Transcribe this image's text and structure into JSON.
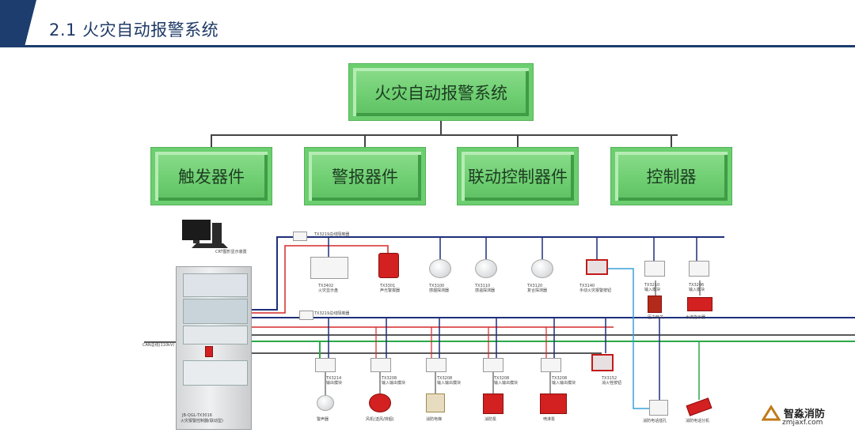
{
  "header": {
    "title": "2.1 火灾自动报警系统"
  },
  "tree": {
    "root": "火灾自动报警系统",
    "children": [
      "触发器件",
      "警报器件",
      "联动控制器件",
      "控制器"
    ]
  },
  "wiring": {
    "label_top": "TX3219总线隔离器",
    "label_mid": "TX3219总线隔离器",
    "crt_label": "CRT图形显示装置",
    "cabinet_label_1": "JB-QGL-TX3016",
    "cabinet_label_2": "火灾报警控制器(联动型)",
    "power_label": "CAN总线(110kV)",
    "top_devices": [
      "TX3402\n火灾显示盘",
      "TX3301\n声光警报器",
      "TX3100\n感烟探测器",
      "TX3110\n感温探测器",
      "TX3120\n复合探测器",
      "TX3140\n手动火灾报警按钮",
      "TX3210\n输入模块",
      "TX3206\n输入模块"
    ],
    "top_sub": [
      "压力开关",
      "水流指示器"
    ],
    "bottom_devices": [
      "TX3214\n输出模块",
      "TX3208\n输入输出模块",
      "TX3208\n输入输出模块",
      "TX3208\n输入输出模块",
      "TX3208\n输入输出模块",
      "TX3152\n消火栓按钮"
    ],
    "bottom_sub": [
      "警声器",
      "风机(送风/排烟)",
      "消防电梯",
      "消防泵",
      "喷淋泵",
      "消防电话插孔",
      "消防电话分机"
    ]
  },
  "watermark": {
    "brand": "智淼消防",
    "url": "zmjaxf.com"
  }
}
